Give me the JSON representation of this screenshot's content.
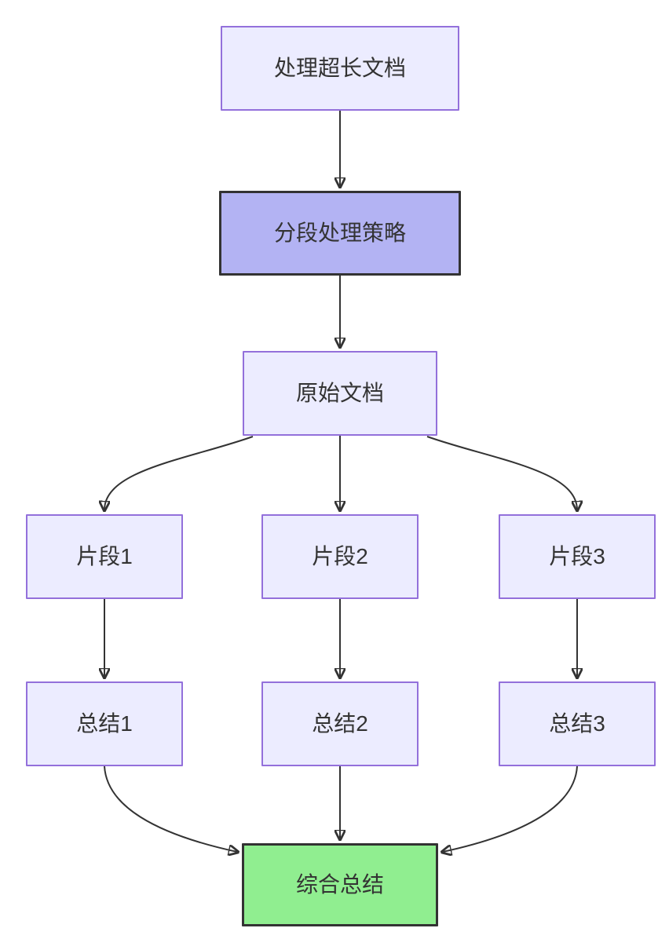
{
  "diagram": {
    "type": "flowchart",
    "direction": "top-down",
    "nodes": {
      "start": {
        "label": "处理超长文档",
        "style": "default"
      },
      "strategy": {
        "label": "分段处理策略",
        "style": "highlight"
      },
      "doc": {
        "label": "原始文档",
        "style": "default"
      },
      "seg1": {
        "label": "片段1",
        "style": "default"
      },
      "seg2": {
        "label": "片段2",
        "style": "default"
      },
      "seg3": {
        "label": "片段3",
        "style": "default"
      },
      "sum1": {
        "label": "总结1",
        "style": "default"
      },
      "sum2": {
        "label": "总结2",
        "style": "default"
      },
      "sum3": {
        "label": "总结3",
        "style": "default"
      },
      "final": {
        "label": "综合总结",
        "style": "success"
      }
    },
    "edges": [
      {
        "from": "start",
        "to": "strategy"
      },
      {
        "from": "strategy",
        "to": "doc"
      },
      {
        "from": "doc",
        "to": "seg1"
      },
      {
        "from": "doc",
        "to": "seg2"
      },
      {
        "from": "doc",
        "to": "seg3"
      },
      {
        "from": "seg1",
        "to": "sum1"
      },
      {
        "from": "seg2",
        "to": "sum2"
      },
      {
        "from": "seg3",
        "to": "sum3"
      },
      {
        "from": "sum1",
        "to": "final"
      },
      {
        "from": "sum2",
        "to": "final"
      },
      {
        "from": "sum3",
        "to": "final"
      }
    ],
    "colors": {
      "background": "#FFFFFF",
      "node_fill": "#ECECFF",
      "node_stroke": "#9370DB",
      "highlight_fill": "#B3B3F3",
      "highlight_stroke": "#333333",
      "success_fill": "#90EE90",
      "success_stroke": "#333333",
      "edge_color": "#333333",
      "text_color": "#333333"
    }
  }
}
